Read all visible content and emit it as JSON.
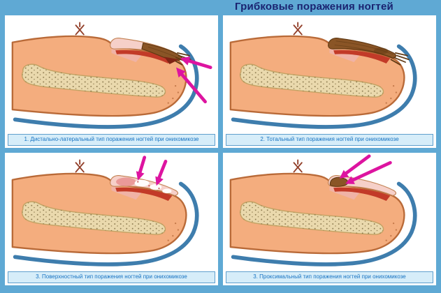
{
  "title": "Грибковые поражения ногтей",
  "panels": [
    {
      "id": "distal-lateral",
      "caption": "1. Дистально-латеральный тип поражения ногтей при онихомикозе"
    },
    {
      "id": "total",
      "caption": "2. Тотальный тип поражения ногтей при онихомикозе"
    },
    {
      "id": "superficial",
      "caption": "3. Поверхностный тип поражения ногтей при онихомикозе"
    },
    {
      "id": "proximal",
      "caption": "3. Проксимальный тип поражения ногтей при онихомикозе"
    }
  ],
  "icons": {
    "arrow": "magenta-arrow-pointer",
    "crease": "skin-crease-mark"
  },
  "colors": {
    "bg": "#5fa9d4",
    "panel_bg": "#ffffff",
    "title_text": "#1a2370",
    "caption_bg": "#d6edf9",
    "caption_border": "#5f9fcd",
    "caption_text": "#1873c2",
    "arrow": "#dd14a0",
    "skin": "#f4ad7e",
    "skin_outline": "#b96a38",
    "bone": "#ead9ad",
    "nail_pink": "#f6d0c9",
    "nail_brown": "#8a5526",
    "nail_bed": "#c23a28",
    "outline_blue": "#3e7dad"
  }
}
